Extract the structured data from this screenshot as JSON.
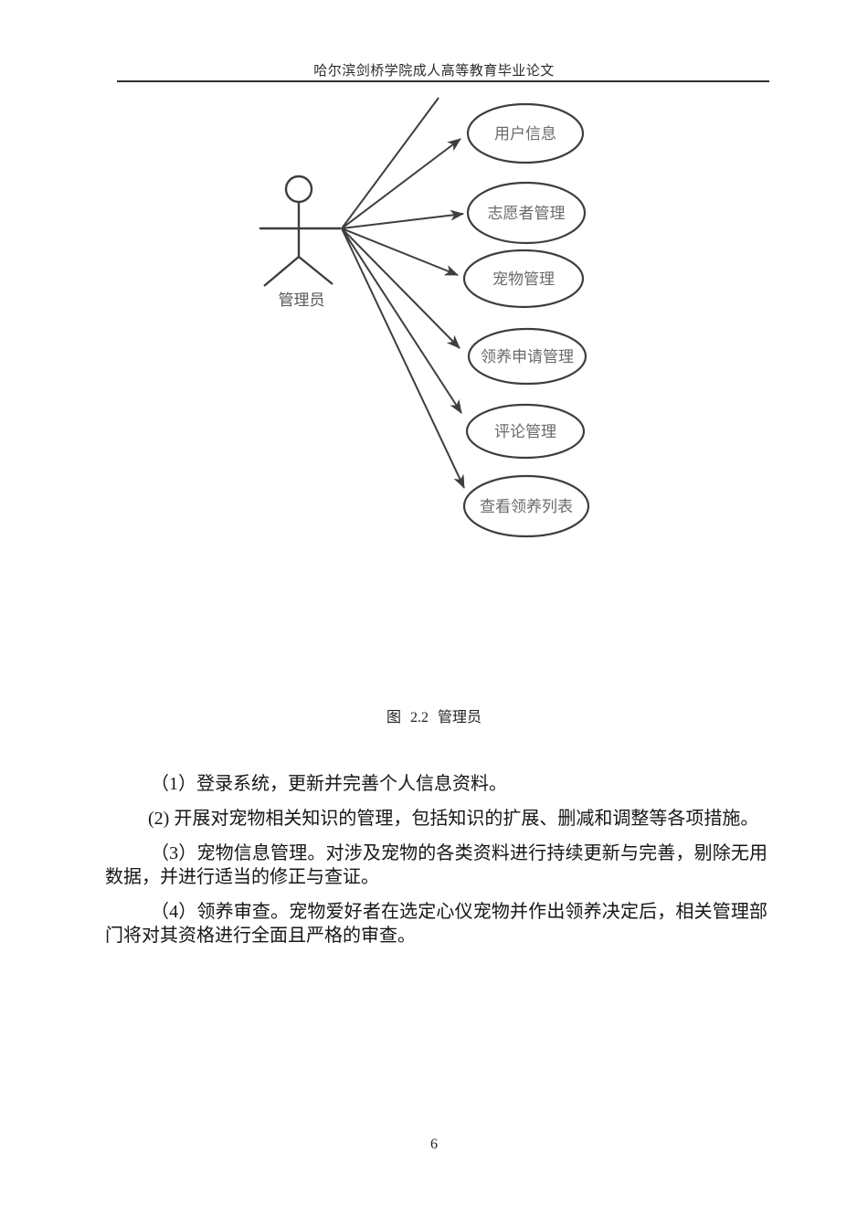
{
  "header": {
    "title": "哈尔滨剑桥学院成人高等教育毕业论文"
  },
  "diagram": {
    "type": "uml-use-case",
    "actor": {
      "label": "管理员"
    },
    "use_cases": [
      {
        "label": "用户信息"
      },
      {
        "label": "志愿者管理"
      },
      {
        "label": "宠物管理"
      },
      {
        "label": "领养申请管理"
      },
      {
        "label": "评论管理"
      },
      {
        "label": "查看领养列表"
      }
    ],
    "stroke_color": "#3e3e3e",
    "use_case_text_color": "#6a6a6a"
  },
  "figure": {
    "caption": "图 2.2 管理员"
  },
  "paragraphs": [
    "（1）登录系统，更新并完善个人信息资料。",
    "(2) 开展对宠物相关知识的管理，包括知识的扩展、删减和调整等各项措施。",
    "（3）宠物信息管理。对涉及宠物的各类资料进行持续更新与完善，剔除无用数据，并进行适当的修正与查证。",
    "（4）领养审查。宠物爱好者在选定心仪宠物并作出领养决定后，相关管理部门将对其资格进行全面且严格的审查。"
  ],
  "footer": {
    "page_number": "6"
  }
}
